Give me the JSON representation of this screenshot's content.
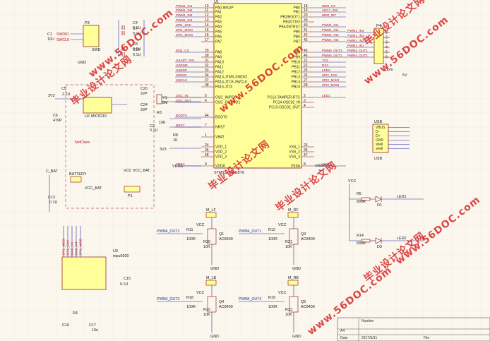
{
  "watermarks": [
    "www.56DOC.com",
    "毕业设计论文网",
    "www.56DOC.com",
    "毕业设计论文网",
    "www.56DOC.com",
    "毕业设计论文网",
    "www.56DOC.com",
    "毕业设计论文网",
    "www.56DOC.com",
    "毕业设计论文网"
  ],
  "mcu": {
    "ref": "U1",
    "part": "STM32F103C8T6",
    "left_pins": [
      {
        "name": "PA0-WKUP",
        "num": "10",
        "net": "PWM1_IN1"
      },
      {
        "name": "PA1",
        "num": "11",
        "net": "PWM1_IN2"
      },
      {
        "name": "PA2",
        "num": "12",
        "net": "PWM1_IN3"
      },
      {
        "name": "PA3",
        "num": "13",
        "net": "PWM1_IN4"
      },
      {
        "name": "PA4",
        "num": "14",
        "net": "SPI1_SCK"
      },
      {
        "name": "PA5",
        "num": "15",
        "net": "SPI1_MISO"
      },
      {
        "name": "PA6",
        "num": "16",
        "net": "SPI1_MOSI"
      },
      {
        "name": "PA7",
        "num": "17",
        "net": ""
      },
      {
        "name": "PA8",
        "num": "29",
        "net": "5511_CS"
      },
      {
        "name": "PA9",
        "num": "30",
        "net": ""
      },
      {
        "name": "PA10",
        "num": "31",
        "net": "USART_RX1"
      },
      {
        "name": "PA11",
        "num": "32",
        "net": "USBDM"
      },
      {
        "name": "PA12",
        "num": "33",
        "net": "USBDP"
      },
      {
        "name": "PA13-JTMS-SWDIO",
        "num": "34",
        "net": "SWDIO"
      },
      {
        "name": "PA14-JTCK-SWCLK",
        "num": "37",
        "net": "SWCLK"
      },
      {
        "name": "PA15-JTDI",
        "num": "38",
        "net": ""
      },
      {
        "name": "OSC_IN/PD0",
        "num": "5",
        "net": "OSC_IN"
      },
      {
        "name": "OSC_OUT/PD1",
        "num": "6",
        "net": "OSC_OUT"
      },
      {
        "name": "BOOT0",
        "num": "44",
        "net": "BOOT0"
      },
      {
        "name": "NRST",
        "num": "7",
        "net": "NRST"
      },
      {
        "name": "VBAT",
        "num": "1",
        "net": ""
      },
      {
        "name": "VDD_1",
        "num": "24",
        "net": ""
      },
      {
        "name": "VDD_2",
        "num": "36",
        "net": ""
      },
      {
        "name": "VDD_3",
        "num": "48",
        "net": ""
      },
      {
        "name": "VDDA",
        "num": "9",
        "net": "VDDA"
      }
    ],
    "right_pins": [
      {
        "name": "PB0",
        "num": "18",
        "net": "6500_CS"
      },
      {
        "name": "PB1",
        "num": "19",
        "net": "ADC1_IN9"
      },
      {
        "name": "PB2/BOOT1",
        "num": "20",
        "net": "6500_INT"
      },
      {
        "name": "PB3/JTDO",
        "num": "39",
        "net": ""
      },
      {
        "name": "PB4/JNTRST",
        "num": "40",
        "net": "PWM1_IN1"
      },
      {
        "name": "PB5",
        "num": "41",
        "net": "PWM1_IN2"
      },
      {
        "name": "PB6",
        "num": "42",
        "net": "PWM1_IN3"
      },
      {
        "name": "PB7",
        "num": "43",
        "net": "PWM1_IN4"
      },
      {
        "name": "PB8",
        "num": "45",
        "net": "PWM4_OUT2"
      },
      {
        "name": "PB9",
        "num": "46",
        "net": "PWM4_OUT1"
      },
      {
        "name": "PB10",
        "num": "21",
        "net": "TX3"
      },
      {
        "name": "PB11",
        "num": "22",
        "net": "RX3"
      },
      {
        "name": "PB12",
        "num": "25",
        "net": "LED2"
      },
      {
        "name": "PB13",
        "num": "26",
        "net": "SPI2_SCK"
      },
      {
        "name": "PB14",
        "num": "27",
        "net": "SPI2_MISO"
      },
      {
        "name": "PB15",
        "num": "28",
        "net": "SPI2_MOSI"
      },
      {
        "name": "PC13-TAMPER-RTC",
        "num": "2",
        "net": "LED1"
      },
      {
        "name": "PC14-OSC32_IN",
        "num": "3",
        "net": ""
      },
      {
        "name": "PC15-OSC32_OUT",
        "num": "4",
        "net": ""
      },
      {
        "name": "VSS_1",
        "num": "23",
        "net": ""
      },
      {
        "name": "VSS_2",
        "num": "35",
        "net": ""
      },
      {
        "name": "VSS_3",
        "num": "47",
        "net": ""
      },
      {
        "name": "VSSA",
        "num": "8",
        "net": "VSSA"
      }
    ]
  },
  "swd": {
    "ref": "P3",
    "label": "SWD",
    "nets": [
      "SWDIO",
      "SWCLK"
    ],
    "cap_ref": "C1",
    "cap_val": "10U"
  },
  "decoupling": [
    {
      "ref": "C4",
      "val": "0.1U"
    },
    {
      "ref": "C7",
      "val": "0.1U"
    },
    {
      "ref": "C8",
      "val": "0.1U"
    },
    {
      "ref": "C10",
      "val": "0.1U"
    }
  ],
  "regulator": {
    "ref": "U2",
    "part": "MIC5219",
    "vin": "3V3",
    "c5": "C5",
    "c5_val": "2.2U",
    "c6": "C6",
    "c6_val": "470P"
  },
  "crystal": {
    "ref": "Y1",
    "val": "8M",
    "c_top": "C20",
    "c_top_val": "22P",
    "c_bot": "C24",
    "c_bot_val": "22P"
  },
  "reset": {
    "r": "R3",
    "r_val": "10K",
    "c": "C2",
    "c_val": "0.1U",
    "r2": "R8",
    "r2_val": "1K",
    "vcc": "3V3"
  },
  "battery": {
    "label": "BATTERY",
    "net": "VCC_BAT",
    "conn": "P1",
    "cap": "C13",
    "cap_val": "0.1U",
    "vcc": "VCC",
    "net2": "VCC_BAT"
  },
  "ppm": {
    "ref": "P4",
    "label": "ppm",
    "nets": [
      "PWM1_IN4",
      "PWM1_IN3",
      "PWM1_IN2",
      "PWM1_IN1",
      "PWM4_OUT1",
      "PWM4_OUT2"
    ],
    "pins": [
      "1",
      "2",
      "3",
      "4",
      "5",
      "6"
    ]
  },
  "usb": {
    "ref": "USB",
    "label": "USB",
    "pins": [
      "VBUS",
      "D-",
      "D+",
      "GND",
      "shell",
      "shell"
    ],
    "vcc": "5V"
  },
  "leds": [
    {
      "r": "R5",
      "r_val": "680R",
      "d": "D1",
      "net": "LED1",
      "vcc": "VCC"
    },
    {
      "r": "R14",
      "r_val": "680R",
      "d": "D3",
      "net": "LED2",
      "vcc": ""
    }
  ],
  "motors": [
    {
      "conn": "M_LF",
      "in": "PWM4_OUT2",
      "r": "R11",
      "r_val": "100R",
      "rg": "R20",
      "rg_val": "10K",
      "q": "Q1",
      "q_part": "AO3400"
    },
    {
      "conn": "M_RF",
      "in": "PWM4_OUT1",
      "r": "R12",
      "r_val": "100R",
      "rg": "R21",
      "rg_val": "10K",
      "q": "Q3",
      "q_part": "AO3400"
    },
    {
      "conn": "M_LB",
      "in": "PWM4_OUT3",
      "r": "R18",
      "r_val": "100R",
      "rg": "R22",
      "rg_val": "10K",
      "q": "Q4",
      "q_part": "AO3400"
    },
    {
      "conn": "M_RB",
      "in": "PWM4_OUT4",
      "r": "R19",
      "r_val": "100R",
      "rg": "R23",
      "rg_val": "10K",
      "q": "Q5",
      "q_part": "AO3400"
    }
  ],
  "imu": {
    "ref": "U3",
    "part": "mpu6500",
    "nets": [
      "SPI1_MOSI",
      "SPI1_SCK",
      "6500_CS",
      "6500_INT",
      "SPI1_MISO"
    ],
    "caps": [
      {
        "ref": "C15",
        "val": "0.1U"
      },
      {
        "ref": "C16",
        "val": ""
      },
      {
        "ref": "C17",
        "val": "10n"
      }
    ],
    "r": "R4"
  },
  "labels_misc": {
    "vcc": "VCC",
    "gnd": "GND",
    "v3v3": "3V3",
    "vdda": "VDDA",
    "vssa": "VSSA",
    "notclass": "NetClass",
    "c_bat": "C_BAT"
  },
  "title_block": {
    "size": "A4",
    "number_label": "Number",
    "date_label": "Date",
    "date": "2017/5/31",
    "file_label": "File"
  }
}
